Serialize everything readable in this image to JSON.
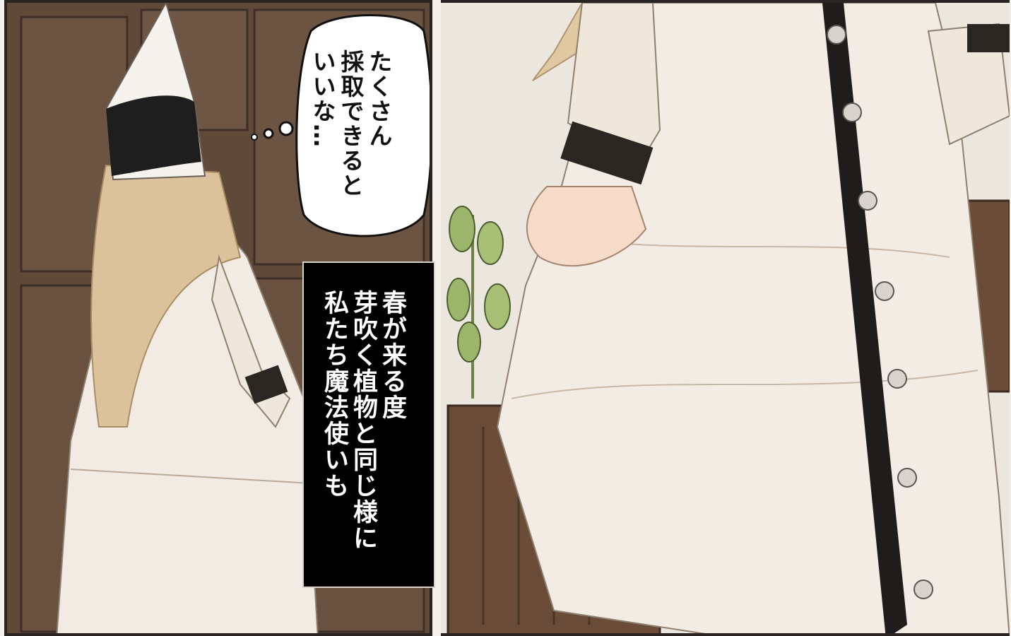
{
  "panels": {
    "left": {
      "speech_bubble_lines": [
        "たくさん",
        "採取できると",
        "いいな…"
      ]
    },
    "right": {
      "caption_lines": [
        "春が来る度",
        "芽吹く植物と同じ様に",
        "私たち魔法使いも"
      ]
    }
  },
  "colors": {
    "door": "#6b5442",
    "wall": "#ece7de",
    "dress": "#f3ece4",
    "hair": "#dcc29a",
    "hat_band": "#1e1e1e",
    "caption_bg": "#000000",
    "plant": "#9bb56a"
  }
}
